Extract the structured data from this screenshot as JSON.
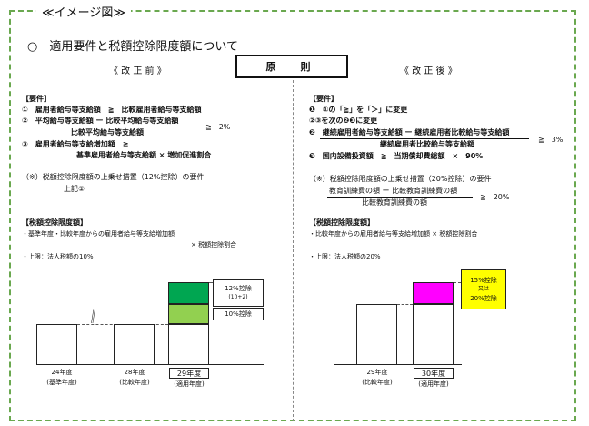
{
  "frame_title": "≪イメージ図≫",
  "section_heading": "○　適用要件と税額控除限度額について",
  "gensoku": "原　則",
  "colors": {
    "frame_dash": "#6aa84f",
    "green_dark": "#00a651",
    "green_light": "#92d050",
    "magenta": "#ff00ff",
    "yellow": "#ffff00"
  },
  "left": {
    "title": "《 改 正 前 》",
    "req_head": "【要件】",
    "req1": "①　雇用者給与等支給額　≧　比較雇用者給与等支給額",
    "req2_num": "②　平均給与等支給額 ー 比較平均給与等支給額",
    "req2_den": "比較平均給与等支給額",
    "req2_rhs": "≧　2%",
    "req3a": "③　雇用者給与等支給増加額　≧",
    "req3b": "基準雇用者給与等支給額 × 増加促進割合",
    "note_a": "（※）税額控除限度額の上乗せ措置（12%控除）の要件",
    "note_b": "上記②",
    "limit_head": "【税額控除限度額】",
    "limit1": "・基準年度・比較年度からの雇用者給与等支給増加額",
    "limit1b": "× 税額控除割合",
    "limit2": "・上限：法人税額の10%",
    "chart": {
      "label_12": "12%控除",
      "label_12_sub": "(10+2)",
      "label_10": "10%控除",
      "years": [
        {
          "year": "24年度",
          "role": "(基準年度)"
        },
        {
          "year": "28年度",
          "role": "(比較年度)"
        },
        {
          "year": "29年度",
          "role": "(適用年度)"
        }
      ]
    }
  },
  "right": {
    "title": "《 改 正 後 》",
    "req_head": "【要件】",
    "req1": "❶　①の「≧」を「＞」に変更",
    "req2": "②③を次の❷❸に変更",
    "req3_num": "❷　継続雇用者給与等支給額 ー 継続雇用者比較給与等支給額",
    "req3_den": "継続雇用者比較給与等支給額",
    "req3_rhs": "≧　3%",
    "req4": "❸　国内設備投資額　≧　当期償却費総額　×　90%",
    "note_a": "（※）税額控除限度額の上乗せ措置（20%控除）の要件",
    "note_num": "教育訓練費の額 ー 比較教育訓練費の額",
    "note_den": "比較教育訓練費の額",
    "note_rhs": "≧　20%",
    "limit_head": "【税額控除限度額】",
    "limit1": "・比較年度からの雇用者給与等支給増加額 × 税額控除割合",
    "limit2": "・上限：法人税額の20%",
    "chart": {
      "label_a": "15%控除",
      "label_b": "又は",
      "label_c": "20%控除",
      "years": [
        {
          "year": "29年度",
          "role": "(比較年度)"
        },
        {
          "year": "30年度",
          "role": "(適用年度)"
        }
      ]
    }
  }
}
